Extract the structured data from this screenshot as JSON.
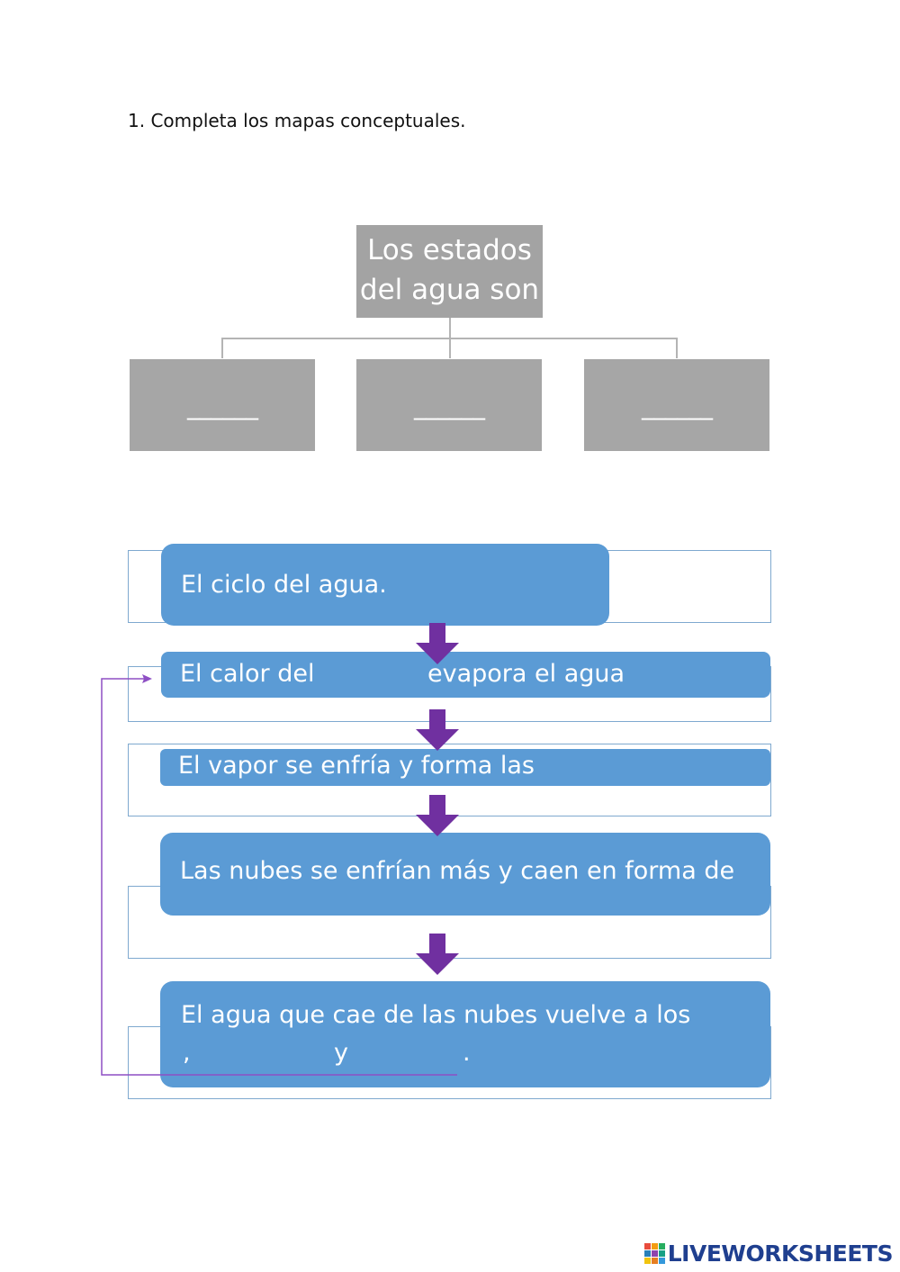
{
  "instruction": "1. Completa los mapas conceptuales.",
  "concept_map": {
    "root": [
      "Los estados",
      "del agua son"
    ],
    "leaves": [
      "______",
      "______",
      "______"
    ]
  },
  "water_cycle": {
    "steps": [
      "El ciclo del agua.",
      "El calor del",
      "evapora el agua",
      "El vapor se enfría y forma las",
      "Las nubes se enfrían más y caen en forma de",
      "El agua que cae de las nubes vuelve a los",
      ",",
      "y",
      "."
    ],
    "box_color": "#5b9bd5",
    "arrow_color": "#7030a0"
  },
  "footer": {
    "brand": "LIVEWORKSHEETS"
  }
}
